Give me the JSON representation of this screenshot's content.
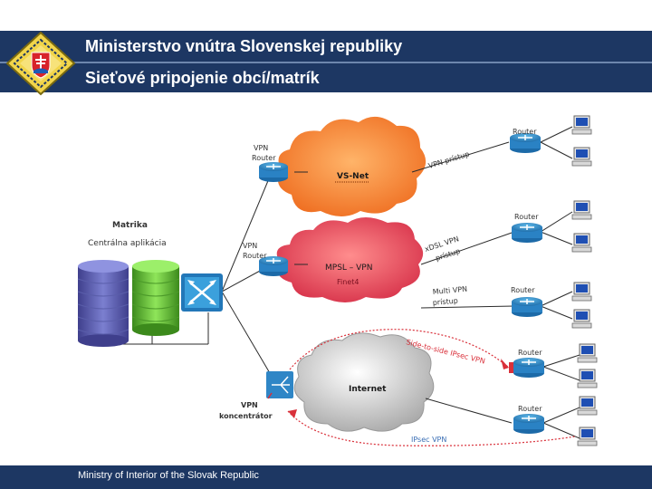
{
  "header": {
    "title": "Ministerstvo vnútra Slovenskej republiky",
    "subtitle": "Sieťové pripojenie obcí/matrík"
  },
  "footer": {
    "text": "Ministry of Interior of the Slovak Republic"
  },
  "diagram": {
    "matrika_title": "Matrika",
    "matrika_subtitle": "Centrálna aplikácia",
    "vpn_router_1": [
      "VPN",
      "Router"
    ],
    "vpn_router_2": [
      "VPN",
      "Router"
    ],
    "vpn_concentrator": [
      "VPN",
      "koncentrátor"
    ],
    "cloud_vsnet": "VS-Net",
    "cloud_mpsl": [
      "MPSL – VPN",
      "Finet4"
    ],
    "cloud_internet": "Internet",
    "conn_vpn_pristup": "VPN prístup",
    "conn_xdsl": [
      "xDSL VPN",
      "prístup"
    ],
    "conn_multi": [
      "Multi VPN",
      "prístup"
    ],
    "conn_site_to_site": "Side-to-side IPsec VPN",
    "conn_ipsec": "IPsec VPN",
    "router_label": "Router",
    "colors": {
      "header": "#1d3763",
      "vsnet": "#f58a3a",
      "mpsl": "#e24a5c",
      "internet": "#c8c8c8",
      "ipsec_line": "#d9303a"
    }
  }
}
